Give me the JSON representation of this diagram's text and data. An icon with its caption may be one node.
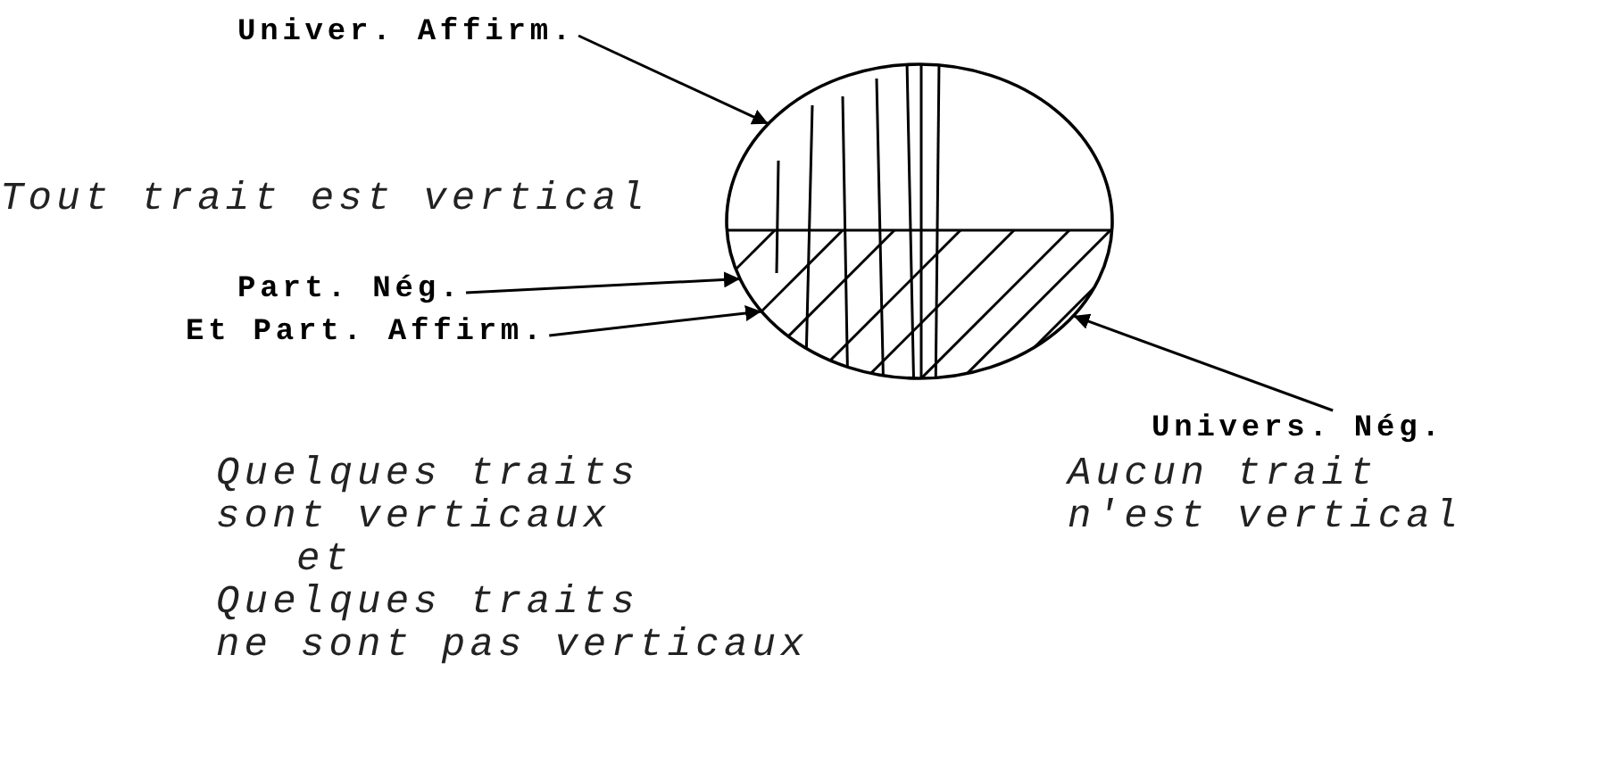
{
  "diagram": {
    "nodes": [
      {
        "text": [],
        "shape": "ellipse"
      },
      {
        "text": [
          "Univer. Affirm."
        ]
      },
      {
        "text": [
          "Part. Nég."
        ]
      },
      {
        "text": [
          "Et Part. Affirm."
        ]
      },
      {
        "text": [
          "Univers. Nég."
        ]
      }
    ],
    "edges": [
      {
        "from": 1,
        "to": 0,
        "arrow": "to"
      },
      {
        "from": 2,
        "to": 0,
        "arrow": "to"
      },
      {
        "from": 3,
        "to": 0,
        "arrow": "to"
      },
      {
        "from": 4,
        "to": 0,
        "arrow": "to"
      }
    ],
    "labels": [
      "Tout trait est vertical",
      "Quelques traits sont verticaux",
      "et",
      "Quelques traits ne sont pas verticaux",
      "Aucun trait n'est vertical"
    ]
  }
}
